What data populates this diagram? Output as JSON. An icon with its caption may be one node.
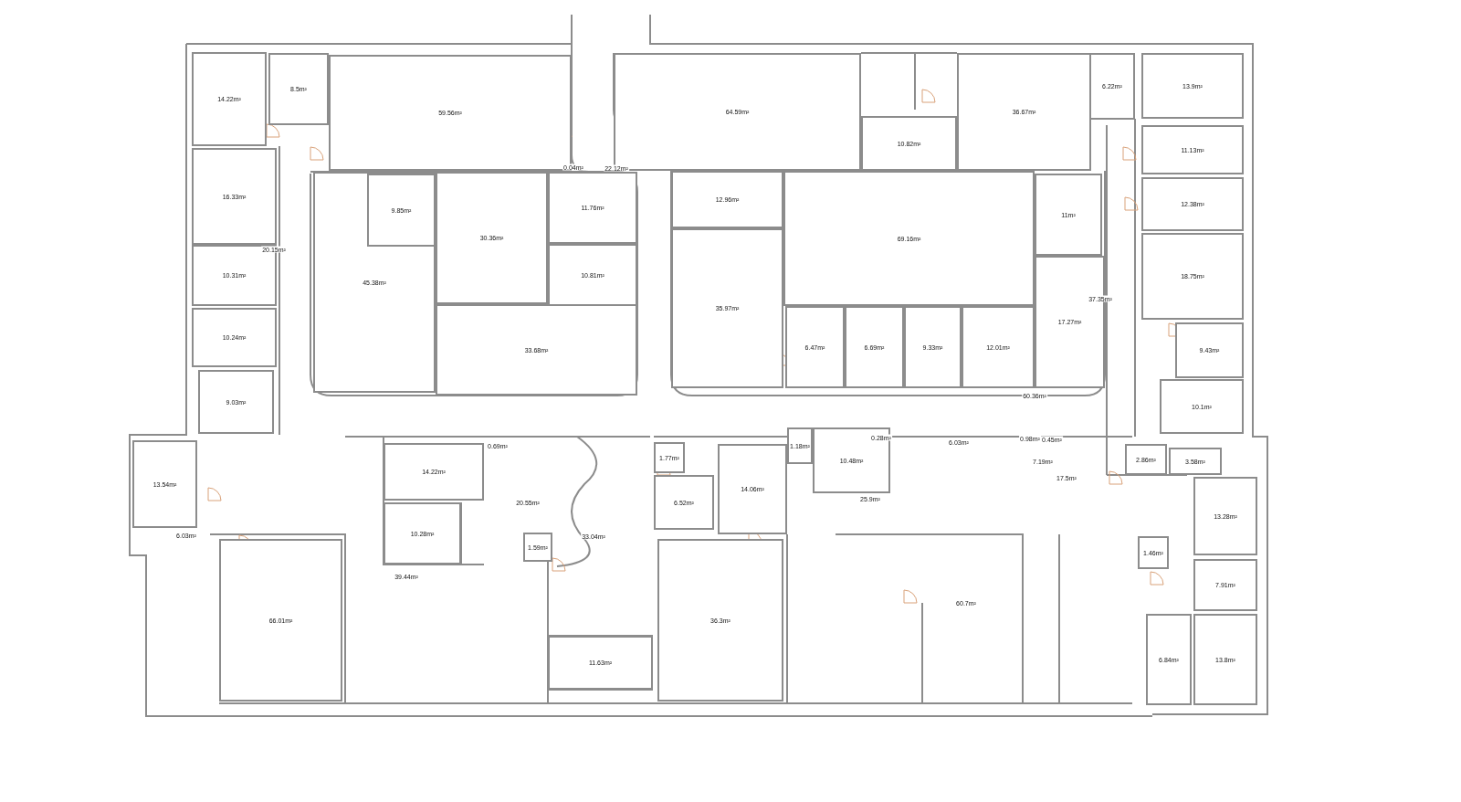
{
  "diagram": {
    "nodes": [
      {
        "text": [
          "14.22m²"
        ]
      },
      {
        "text": [
          "8.5m²"
        ]
      },
      {
        "text": [
          "59.56m²"
        ]
      },
      {
        "text": [
          "16.33m²"
        ]
      },
      {
        "text": [
          "45.38m²"
        ]
      },
      {
        "text": [
          "9.85m²"
        ],
        "in": 4
      },
      {
        "text": [
          "30.36m²"
        ]
      },
      {
        "text": [
          "11.76m²"
        ]
      },
      {
        "text": [
          "10.31m²"
        ]
      },
      {
        "text": [
          "10.81m²"
        ]
      },
      {
        "text": [
          "10.24m²"
        ]
      },
      {
        "text": [
          "33.68m²"
        ]
      },
      {
        "text": [
          "9.03m²"
        ]
      },
      {
        "text": [
          "64.59m²"
        ]
      },
      {
        "text": [
          "10.82m²"
        ]
      },
      {
        "text": [
          "36.67m²"
        ]
      },
      {
        "text": [
          "6.22m²"
        ]
      },
      {
        "text": [
          "13.9m²"
        ]
      },
      {
        "text": [
          "12.96m²"
        ]
      },
      {
        "text": [
          "69.16m²"
        ]
      },
      {
        "text": [
          "11m²"
        ]
      },
      {
        "text": [
          "11.13m²"
        ]
      },
      {
        "text": [
          "12.38m²"
        ]
      },
      {
        "text": [
          "18.75m²"
        ]
      },
      {
        "text": [
          "35.97m²"
        ]
      },
      {
        "text": [
          "6.47m²"
        ]
      },
      {
        "text": [
          "6.69m²"
        ]
      },
      {
        "text": [
          "9.33m²"
        ]
      },
      {
        "text": [
          "12.01m²"
        ]
      },
      {
        "text": [
          "17.27m²"
        ]
      },
      {
        "text": [
          "9.43m²"
        ]
      },
      {
        "text": [
          "10.1m²"
        ]
      },
      {
        "text": [
          "13.54m²"
        ]
      },
      {
        "text": [
          "14.22m²"
        ]
      },
      {
        "text": [
          "10.28m²"
        ]
      },
      {
        "text": [
          "1.59m²"
        ]
      },
      {
        "text": [
          "11.63m²"
        ]
      },
      {
        "text": [
          "1.77m²"
        ]
      },
      {
        "text": [
          "6.52m²"
        ]
      },
      {
        "text": [
          "14.06m²"
        ]
      },
      {
        "text": [
          "1.18m²"
        ]
      },
      {
        "text": [
          "10.48m²"
        ]
      },
      {
        "text": [
          "2.86m²"
        ]
      },
      {
        "text": [
          "3.58m²"
        ]
      },
      {
        "text": [
          "13.28m²"
        ]
      },
      {
        "text": [
          "1.46m²"
        ]
      },
      {
        "text": [
          "7.91m²"
        ]
      },
      {
        "text": [
          "13.8m²"
        ]
      },
      {
        "text": [
          "6.84m²"
        ]
      },
      {
        "text": [
          "66.01m²"
        ]
      },
      {
        "text": [
          "36.3m²"
        ]
      }
    ],
    "labels": [
      "0.04m²",
      "22.12m²",
      "20.15m²",
      "37.35m²",
      "60.36m²",
      "0.28m²",
      "0.98m²",
      "0.45m²",
      "6.03m²",
      "0.69m²",
      "7.19m²",
      "17.5m²",
      "25.9m²",
      "20.55m²",
      "6.03m²",
      "33.04m²",
      "39.44m²",
      "60.7m²"
    ]
  }
}
